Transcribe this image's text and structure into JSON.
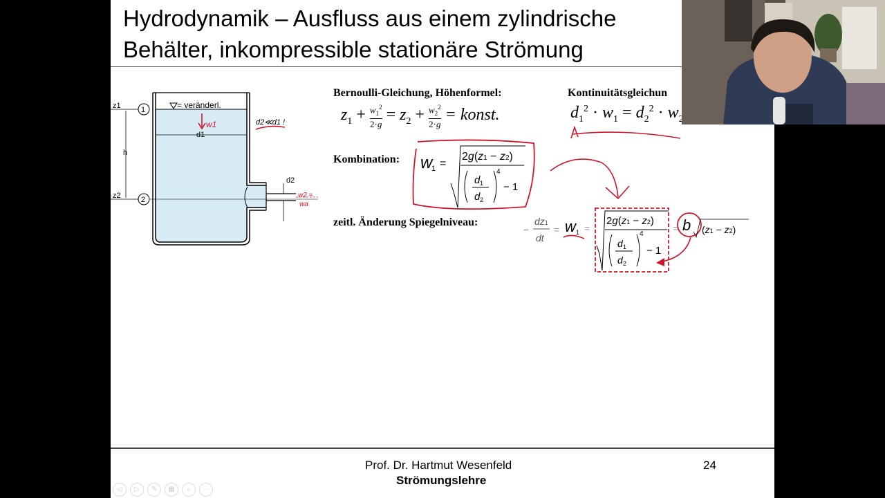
{
  "slide": {
    "title": "Hydrodynamik – Ausfluss aus einem zylindrische\nBehälter, inkompressible stationäre Strömung",
    "footer_name": "Prof. Dr. Hartmut Wesenfeld",
    "footer_subject": "Strömungslehre",
    "page_number": "24"
  },
  "diagram": {
    "label_z1": "z1",
    "label_z2": "z2",
    "label_h": "h",
    "point_1": "1",
    "point_2": "2",
    "surface_note": "= veränderl.",
    "label_w1": "w1",
    "label_d1": "d1",
    "label_d2": "d2",
    "label_w2_a": "w2 =",
    "label_w2_b": "wa",
    "annotation_ratio": "d2≪d1 !"
  },
  "equations": {
    "bernoulli_label": "Bernoulli-Gleichung,  Höhenformel:",
    "kontinuitaet_label": "Kontinuitätsgleichun",
    "kombination_label": "Kombination:",
    "spiegel_label": "zeitl. Änderung Spiegelniveau:",
    "bernoulli_rhs": "= konst."
  },
  "toolbar": {
    "icons": [
      "prev-icon",
      "next-icon",
      "pen-icon",
      "slides-icon",
      "zoom-icon",
      "more-icon"
    ]
  },
  "colors": {
    "ink_red": "#d0142a",
    "water": "#d8ecf6",
    "slide_bg": "#ffffff"
  }
}
